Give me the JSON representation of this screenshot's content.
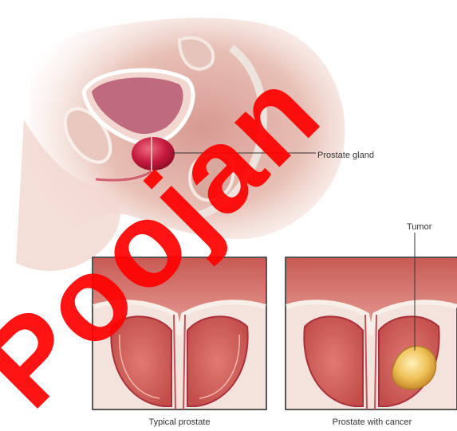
{
  "labels": {
    "prostate_gland": "Prostate gland",
    "tumor": "Tumor"
  },
  "captions": {
    "left": "Typical prostate",
    "right": "Prostate with cancer"
  },
  "colors": {
    "tissue_pink": "#e8b9ad",
    "bladder": "#c26a80",
    "prostate": "#c71a3e",
    "tumor": "#f0c060",
    "watermark_red": "#ff0000"
  },
  "watermark_text": "Poojan"
}
